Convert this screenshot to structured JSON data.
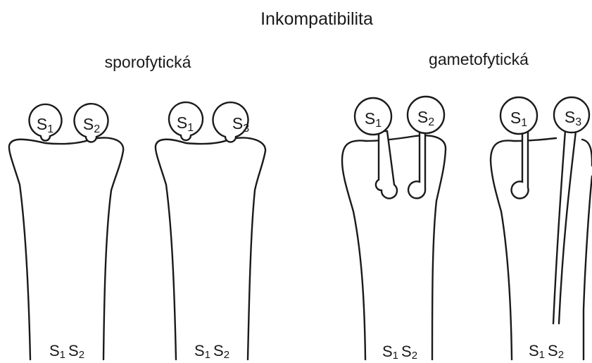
{
  "title": "Inkompatibilita",
  "groups": [
    {
      "label": "sporofytická",
      "pistils": [
        {
          "grains": [
            {
              "letter": "S",
              "sub": "1"
            },
            {
              "letter": "S",
              "sub": "2"
            }
          ],
          "genotype": {
            "a": "S",
            "a_sub": "1",
            "b": "S",
            "b_sub": "2"
          }
        },
        {
          "grains": [
            {
              "letter": "S",
              "sub": "1"
            },
            {
              "letter": "S",
              "sub": "3"
            }
          ],
          "genotype": {
            "a": "S",
            "a_sub": "1",
            "b": "S",
            "b_sub": "2"
          }
        }
      ]
    },
    {
      "label": "gametofytická",
      "pistils": [
        {
          "grains": [
            {
              "letter": "S",
              "sub": "1"
            },
            {
              "letter": "S",
              "sub": "2"
            }
          ],
          "genotype": {
            "a": "S",
            "a_sub": "1",
            "b": "S",
            "b_sub": "2"
          }
        },
        {
          "grains": [
            {
              "letter": "S",
              "sub": "1"
            },
            {
              "letter": "S",
              "sub": "3"
            }
          ],
          "genotype": {
            "a": "S",
            "a_sub": "1",
            "b": "S",
            "b_sub": "2"
          }
        }
      ]
    }
  ],
  "colors": {
    "ink": "#1a1a1a",
    "background": "#ffffff"
  }
}
